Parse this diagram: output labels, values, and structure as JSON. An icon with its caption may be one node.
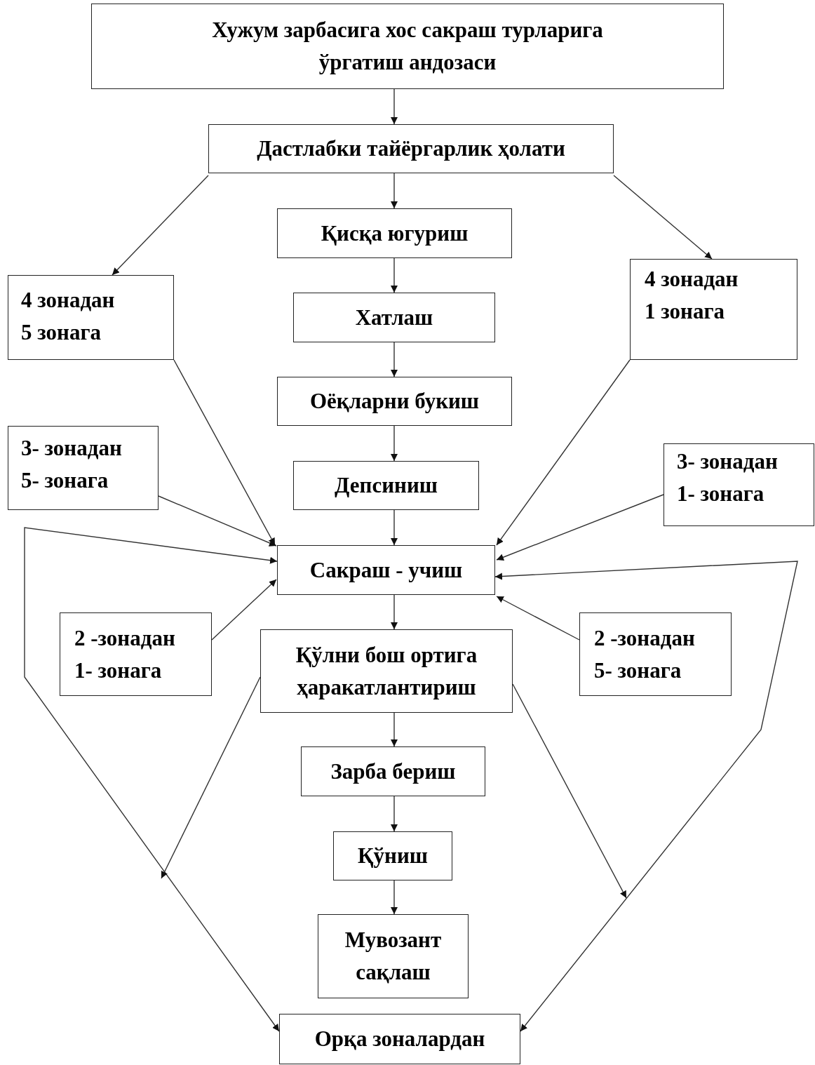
{
  "diagram": {
    "nodes": [
      {
        "text": [
          "Хужум зарбасига хос сакраш турларига ўргатиш андозаси"
        ]
      },
      {
        "text": [
          "Дастлабки тайёргарлик ҳолати"
        ]
      },
      {
        "text": [
          "Қисқа югуриш"
        ]
      },
      {
        "text": [
          "4 зонадан 5 зонага"
        ]
      },
      {
        "text": [
          "4 зонадан 1 зонага"
        ]
      },
      {
        "text": [
          "Хатлаш"
        ]
      },
      {
        "text": [
          "Оёқларни букиш"
        ]
      },
      {
        "text": [
          "3- зонадан 5- зонага"
        ]
      },
      {
        "text": [
          "Депсиниш"
        ]
      },
      {
        "text": [
          "3- зонадан 1- зонага"
        ]
      },
      {
        "text": [
          "Сакраш - учиш"
        ]
      },
      {
        "text": [
          "2 -зонадан 1- зонага"
        ]
      },
      {
        "text": [
          "Қўлни бош ортига ҳаракатлантириш"
        ]
      },
      {
        "text": [
          "2 -зонадан 5- зонага"
        ]
      },
      {
        "text": [
          "Зарба бериш"
        ]
      },
      {
        "text": [
          "Қўниш"
        ]
      },
      {
        "text": [
          "Мувозант сақлаш"
        ]
      },
      {
        "text": [
          "Орқа зоналардан"
        ]
      }
    ],
    "edges": [
      {
        "from": 0,
        "to": 1,
        "arrow": "to"
      },
      {
        "from": 1,
        "to": 2,
        "arrow": "to"
      },
      {
        "from": 1,
        "to": 3,
        "arrow": "to"
      },
      {
        "from": 1,
        "to": 4,
        "arrow": "to"
      },
      {
        "from": 2,
        "to": 5,
        "arrow": "to"
      },
      {
        "from": 5,
        "to": 6,
        "arrow": "to"
      },
      {
        "from": 6,
        "to": 8,
        "arrow": "to"
      },
      {
        "from": 8,
        "to": 10,
        "arrow": "to"
      },
      {
        "from": 3,
        "to": 10,
        "arrow": "to"
      },
      {
        "from": 7,
        "to": 10,
        "arrow": "to"
      },
      {
        "from": 4,
        "to": 10,
        "arrow": "to"
      },
      {
        "from": 9,
        "to": 10,
        "arrow": "to"
      },
      {
        "from": 11,
        "to": 10,
        "arrow": "to"
      },
      {
        "from": 13,
        "to": 10,
        "arrow": "to"
      },
      {
        "from": 10,
        "to": 12,
        "arrow": "to"
      },
      {
        "from": 12,
        "to": 14,
        "arrow": "to"
      },
      {
        "from": 14,
        "to": 15,
        "arrow": "to"
      },
      {
        "from": 15,
        "to": 16,
        "arrow": "to"
      },
      {
        "from": 10,
        "to": 17,
        "arrow": "both"
      },
      {
        "from": 10,
        "to": 17,
        "arrow": "both"
      },
      {
        "from": 12,
        "to": null,
        "arrow": "to"
      },
      {
        "from": 12,
        "to": null,
        "arrow": "to"
      }
    ]
  }
}
